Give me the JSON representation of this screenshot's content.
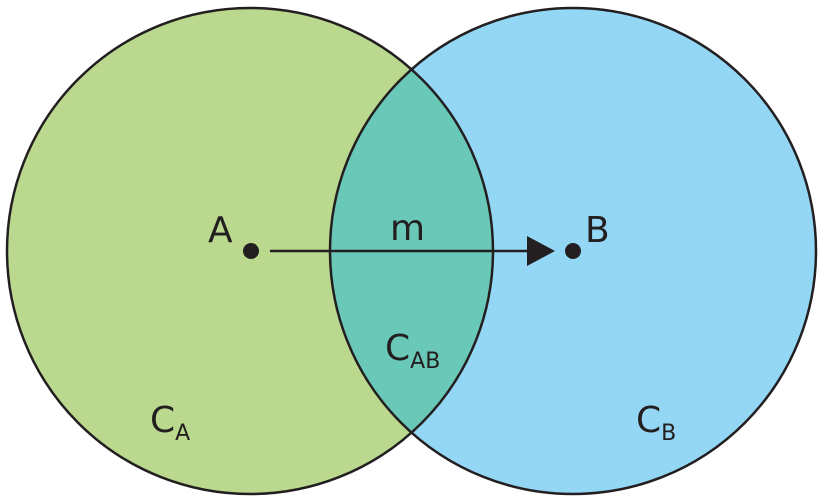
{
  "colors": {
    "circle_a": "#bad98e",
    "circle_b": "#93d7f5",
    "overlap": "#6ac8b8",
    "stroke": "#231f20"
  },
  "labels": {
    "point_a": "A",
    "point_b": "B",
    "message": "m",
    "region_a_main": "C",
    "region_a_sub": "A",
    "region_b_main": "C",
    "region_b_sub": "B",
    "region_ab_main": "C",
    "region_ab_sub": "AB"
  }
}
